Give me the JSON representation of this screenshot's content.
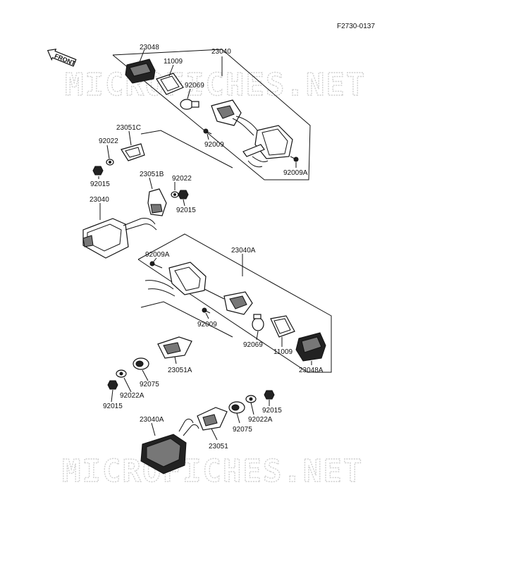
{
  "diagram": {
    "figure_code": "F2730-0137",
    "front_label": "FRONT",
    "watermark": "MICROFICHES.NET",
    "labels": {
      "p23048": "23048",
      "p11009_top": "11009",
      "p23040": "23040",
      "p92069_top": "92069",
      "p92009_top": "92009",
      "p92009A_top": "92009A",
      "p23051C": "23051C",
      "p92022_left": "92022",
      "p92015_left": "92015",
      "p23051B": "23051B",
      "p92022_mid": "92022",
      "p92015_mid": "92015",
      "p23040_left": "23040",
      "p92009A_mid": "92009A",
      "p23040A": "23040A",
      "p92009_mid": "92009",
      "p92069_mid": "92069",
      "p11009_mid": "11009",
      "p23048A": "23048A",
      "p23051A": "23051A",
      "p92075_left": "92075",
      "p92022A_left": "92022A",
      "p92015_low": "92015",
      "p23040A_low": "23040A",
      "p23051": "23051",
      "p92075_right": "92075",
      "p92022A_right": "92022A",
      "p92015_right": "92015"
    }
  }
}
